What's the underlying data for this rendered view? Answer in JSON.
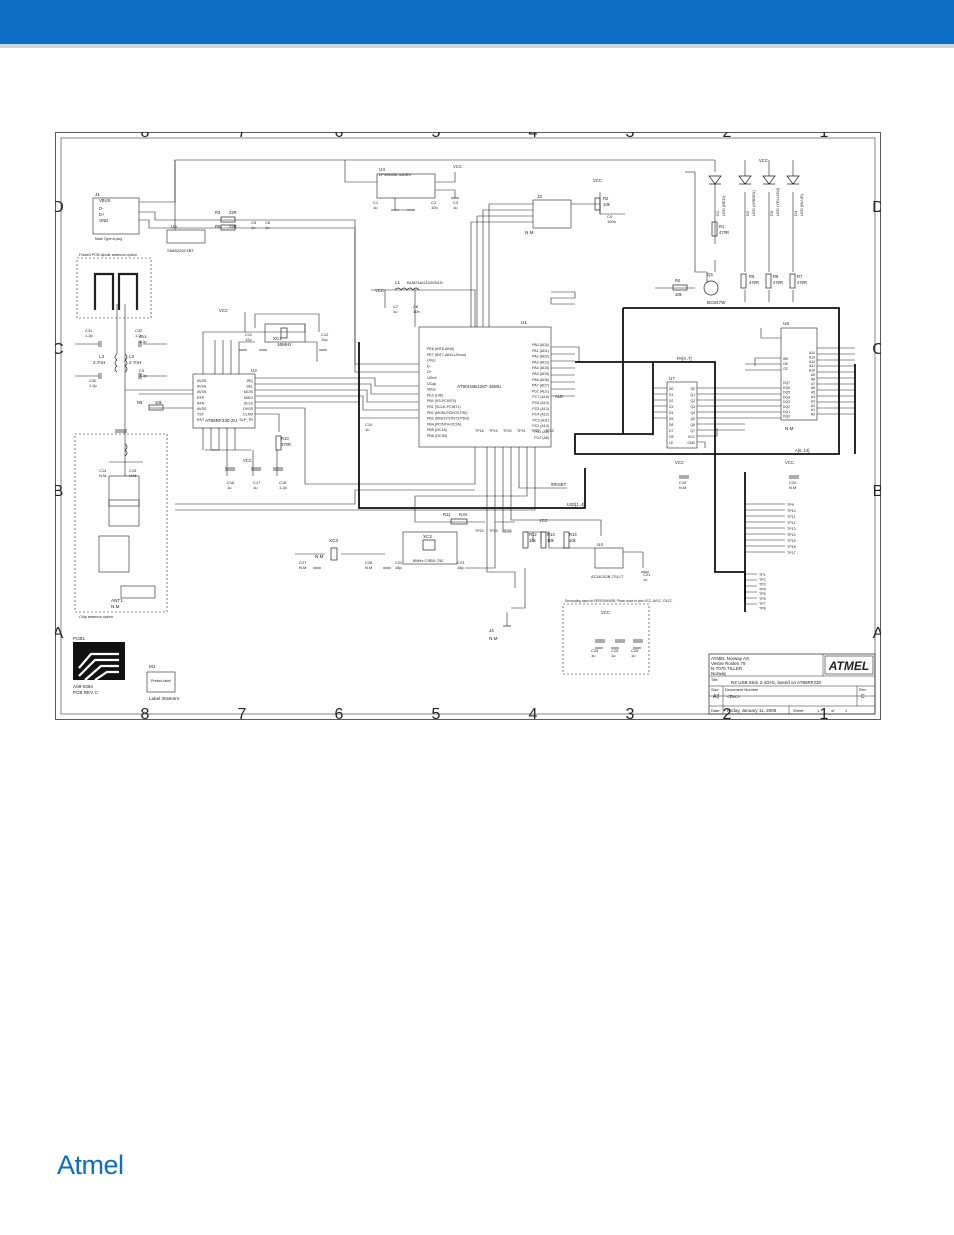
{
  "footer_logo": "Atmel",
  "title_block": {
    "company": "ATMEL Norway AS",
    "address1": "Vestre Rosten 79",
    "address2": "N-7075 TILLER",
    "country": "Norway",
    "title_label": "Title",
    "title": "RZ USB Stick 2.4GHz, based on AT86RF230",
    "size_label": "Size",
    "size": "A3",
    "docnum_label": "Document Number",
    "docnum": "<Doc>",
    "rev_label": "Rev",
    "rev": "C",
    "date_label": "Date:",
    "date": "Friday, January 11, 2008",
    "sheet_label": "Sheet",
    "sheet": "1",
    "of_label": "of",
    "sheets": "1",
    "logo": "ATMEL"
  },
  "components": {
    "u1": {
      "ref": "U1",
      "value": "AT90USB1287-16MU"
    },
    "u2": {
      "ref": "U2",
      "value": "AT86RF230-ZU"
    },
    "u3": {
      "ref": "U3",
      "value": "LP3985IM-33DBV"
    },
    "u4": {
      "ref": "U4",
      "value": "AT24C02B-TSU-T"
    },
    "u5": {
      "ref": "U5",
      "value": "SN65220YZBT"
    },
    "u6": {
      "ref": "U6",
      "value": "N.M"
    },
    "u7": {
      "ref": "U7",
      "value": ""
    },
    "j1": {
      "ref": "J1",
      "value": "Male Type A plug"
    },
    "j3": {
      "ref": "J3",
      "value": "N.M"
    },
    "j4": {
      "ref": "J4",
      "value": "N.M"
    },
    "ant1": {
      "ref": "ANT1",
      "value": "N.M"
    },
    "l1": {
      "ref": "L1",
      "value": "BLM21AG102SN1D"
    },
    "l2": {
      "ref": "L2",
      "value": "2.7nH"
    },
    "l3": {
      "ref": "L3",
      "value": "2.7nH"
    },
    "q1": {
      "ref": "Q1",
      "value": "BC847W"
    },
    "xc1": {
      "ref": "XC1",
      "value": "16MHz"
    },
    "xc2": {
      "ref": "XC2",
      "value": "8MHz CSBX-752"
    },
    "xc3": {
      "ref": "XC3",
      "value": "N.M"
    },
    "pcb1": {
      "ref": "PCB1",
      "value": "A08-0384",
      "value2": "PCB REV C"
    },
    "m1": {
      "ref": "M1",
      "value": "Label 30x6mm",
      "inner": "Printed label"
    },
    "leds": [
      {
        "ref": "D1",
        "value": "LED (RED)"
      },
      {
        "ref": "D2",
        "value": "LED (GREEN)"
      },
      {
        "ref": "D3",
        "value": "LED (YELLOW)"
      },
      {
        "ref": "D4",
        "value": "LED (BLUE)"
      }
    ],
    "resistors": [
      {
        "ref": "R1",
        "value": "470R"
      },
      {
        "ref": "R2",
        "value": "10k"
      },
      {
        "ref": "R3",
        "value": "22R"
      },
      {
        "ref": "R4",
        "value": "10k"
      },
      {
        "ref": "R5",
        "value": "470R"
      },
      {
        "ref": "R6",
        "value": "470R"
      },
      {
        "ref": "R7",
        "value": "470R"
      },
      {
        "ref": "R8",
        "value": "22R"
      },
      {
        "ref": "R9",
        "value": "10k"
      },
      {
        "ref": "R10",
        "value": "470R"
      },
      {
        "ref": "R11",
        "value": "N.M"
      },
      {
        "ref": "R12",
        "value": "10k"
      },
      {
        "ref": "R13",
        "value": "10k"
      },
      {
        "ref": "R14",
        "value": "10k"
      }
    ]
  },
  "notes": {
    "pcb_antenna": "Folded PCB dipole antenna option",
    "chip_antenna": "Chip antenna option",
    "decoupling": "Decoupling caps for EEPROM/USB, Place close to pins VCC, AVCC, DVCC"
  },
  "nets": {
    "vcc": "VCC",
    "vbus": "VBUS",
    "dm": "D-",
    "dp": "D+",
    "gnd": "GND",
    "reset": "/RESET",
    "led_bus": "LED[1..4]",
    "pa_bus": "PA[0..7]",
    "ad_bus": "A[0..14]",
    "ale": "ALE"
  },
  "u1_left_pins": [
    "PE6 (INT6-AIN0)",
    "PE7 (INT7-AIN1-UVcon)",
    "UVcc",
    "D-",
    "D+",
    "UGnd",
    "UCap",
    "VBus",
    "PE3 (UID)",
    "PB0 (SS-PCINT0)",
    "PB1 (SCLK-PCINT1)",
    "PB2 (MOSI-PCINT2-PDI)",
    "PB3 (MISO-PCINT3-PDO)",
    "PB4 (PCINT4-OC2A)",
    "PB5 (OC1A)",
    "PB6 (OC1B)"
  ],
  "u1_right_pins": [
    "PA0 (AD0)",
    "PA1 (AD1)",
    "PA2 (AD2)",
    "PA3 (AD3)",
    "PA4 (AD4)",
    "PA5 (AD5)",
    "PA6 (AD6)",
    "PA7 (AD7)",
    "PG2 (ALE)",
    "PC7 (A15)",
    "PC6 (A14)",
    "PC5 (A13)",
    "PC4 (A12)",
    "PC3 (A11)",
    "PC2 (A10)",
    "PC1 (A9)",
    "PC0 (A8)"
  ],
  "u2_left_pins": [
    "AVSS",
    "AVSS",
    "AVSS",
    "RFP",
    "RFN",
    "AVSS",
    "TST",
    "RST"
  ],
  "u2_right_pins": [
    "IRQ",
    "SEL",
    "MOSI",
    "MISO",
    "SCLK",
    "DVSS",
    "CLKM",
    "SLP_TR"
  ],
  "u7_pins": [
    "D0",
    "D1",
    "D2",
    "D3",
    "D4",
    "D5",
    "D6",
    "D7",
    "OE",
    "LE",
    "Q0",
    "Q1",
    "Q2",
    "Q3",
    "Q4",
    "Q5",
    "Q6",
    "Q7",
    "VCC",
    "GND"
  ],
  "u6_pins": [
    "A14",
    "A13",
    "A12",
    "A11",
    "A10",
    "A9",
    "A8",
    "A7",
    "A6",
    "A5",
    "A4",
    "A3",
    "A2",
    "A1",
    "A0",
    "WE",
    "OE",
    "CE",
    "DQ7",
    "DQ6",
    "DQ5",
    "DQ4",
    "DQ3",
    "DQ2",
    "DQ1",
    "DQ0"
  ],
  "test_points": [
    "TP1",
    "TP2",
    "TP3",
    "TP4",
    "TP5",
    "TP6",
    "TP7",
    "TP8",
    "TP9",
    "TP10",
    "TP11",
    "TP12",
    "TP13",
    "TP14",
    "TP15",
    "TP16",
    "TP17",
    "TP18",
    "TP19",
    "TP20",
    "TP21",
    "TP22",
    "TP23",
    "TP24",
    "TP25",
    "TP26"
  ],
  "capacitors": [
    {
      "ref": "C1",
      "value": "1u"
    },
    {
      "ref": "C2",
      "value": "10n"
    },
    {
      "ref": "C3",
      "value": "1u"
    },
    {
      "ref": "C4",
      "value": "100n"
    },
    {
      "ref": "C5",
      "value": "1u"
    },
    {
      "ref": "C6",
      "value": "1u"
    },
    {
      "ref": "C7",
      "value": "1u"
    },
    {
      "ref": "C8",
      "value": "10n"
    },
    {
      "ref": "C9",
      "value": "1.2p"
    },
    {
      "ref": "C10",
      "value": "1u"
    },
    {
      "ref": "C11",
      "value": "12p"
    },
    {
      "ref": "C12",
      "value": "12p"
    },
    {
      "ref": "C13",
      "value": "1.2p"
    },
    {
      "ref": "C14",
      "value": "N.M"
    },
    {
      "ref": "C15",
      "value": "N.M"
    },
    {
      "ref": "C16",
      "value": "1u"
    },
    {
      "ref": "C17",
      "value": "1u"
    },
    {
      "ref": "C18",
      "value": "1.2p"
    },
    {
      "ref": "C19",
      "value": "N.M"
    },
    {
      "ref": "C20",
      "value": "N.M"
    },
    {
      "ref": "C21",
      "value": "1u"
    },
    {
      "ref": "C22",
      "value": "18p"
    },
    {
      "ref": "C23",
      "value": "18p"
    },
    {
      "ref": "C24",
      "value": "1u"
    },
    {
      "ref": "C25",
      "value": "1u"
    },
    {
      "ref": "C26",
      "value": "1u"
    },
    {
      "ref": "C27",
      "value": "N.M"
    },
    {
      "ref": "C28",
      "value": "N.M"
    },
    {
      "ref": "C30",
      "value": "1.2p"
    },
    {
      "ref": "C31",
      "value": "1.2p"
    },
    {
      "ref": "C32",
      "value": "1.2p"
    }
  ],
  "border_cols": [
    "8",
    "7",
    "6",
    "5",
    "4",
    "3",
    "2",
    "1"
  ],
  "border_rows": [
    "D",
    "C",
    "B",
    "A"
  ]
}
